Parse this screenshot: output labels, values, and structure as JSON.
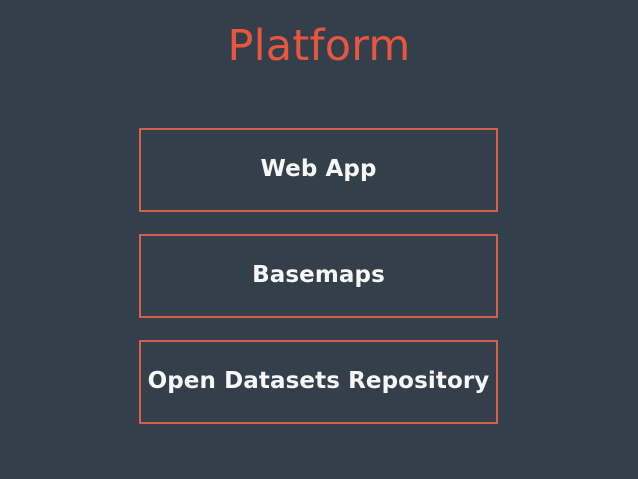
{
  "slide": {
    "title": "Platform",
    "background_color": "#343f4c",
    "title_color": "#e8563f",
    "box_border_color": "#d4614f",
    "label_color": "#f7f7f7"
  },
  "layers": [
    {
      "label": "Web App"
    },
    {
      "label": "Basemaps"
    },
    {
      "label": "Open Datasets Repository"
    }
  ]
}
